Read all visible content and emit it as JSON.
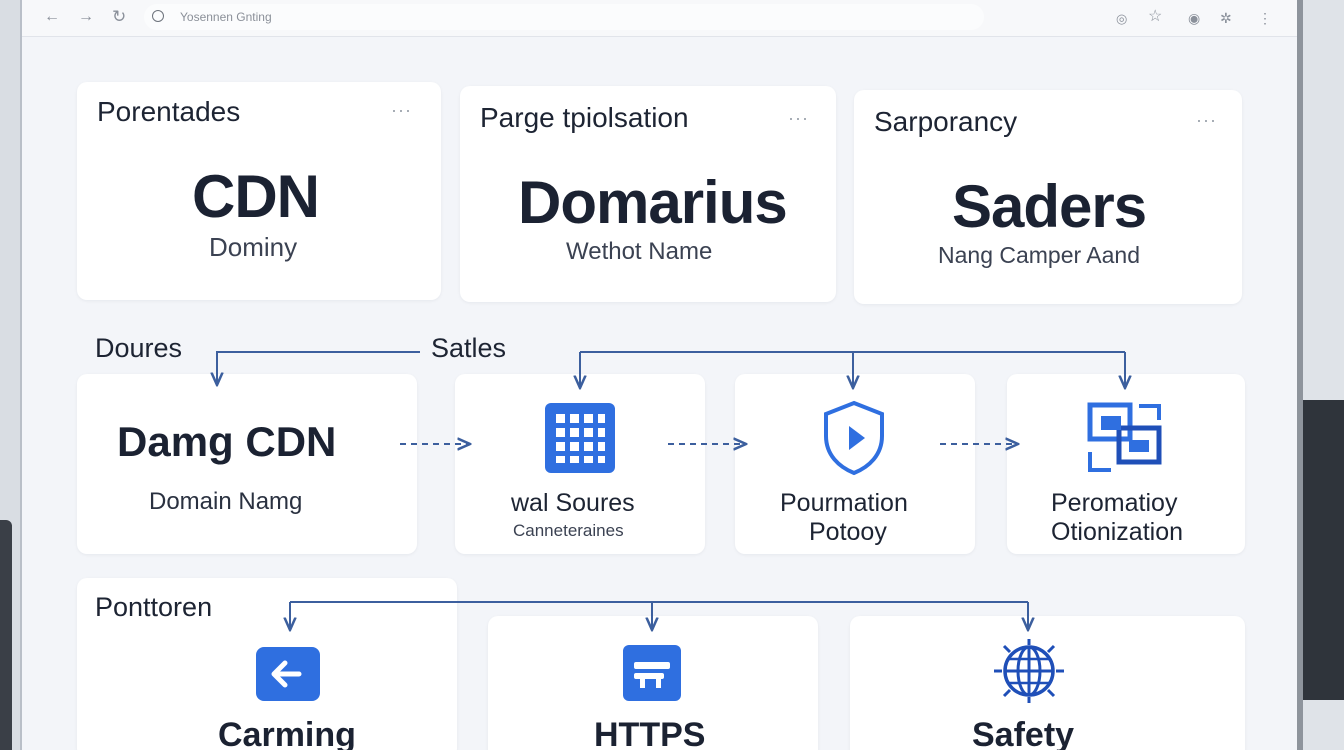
{
  "browser": {
    "url_text": "Yosennen Gnting",
    "icons": [
      "back-arrow-icon",
      "forward-arrow-icon",
      "reload-icon",
      "site-info-icon",
      "eye-icon",
      "star-icon",
      "profile-icon",
      "extensions-icon"
    ]
  },
  "top_cards": [
    {
      "title": "Porentades",
      "big": "CDN",
      "sub": "Dominy",
      "more": "···"
    },
    {
      "title": "Parge tpiolsation",
      "big": "Domarius",
      "sub": "Wethot Name",
      "more": "···"
    },
    {
      "title": "Sarporancy",
      "big": "Saders",
      "sub": "Nang Camper Aand",
      "more": "···"
    }
  ],
  "middle": {
    "label_left": "Doures",
    "label_right": "Satles",
    "main_card": {
      "title": "Damg CDN",
      "sub": "Domain Namg"
    },
    "features": [
      {
        "icon": "grid-icon",
        "line1": "wal Soures",
        "line2": "Canneteraines"
      },
      {
        "icon": "shield-icon",
        "line1": "Pourmation",
        "line2": "Potooy"
      },
      {
        "icon": "transform-icon",
        "line1": "Peromatioy",
        "line2": "Otionization"
      }
    ]
  },
  "bottom": {
    "label": "Ponttoren",
    "cards": [
      {
        "icon": "back-arrow-tile-icon",
        "label": "Carming"
      },
      {
        "icon": "server-tile-icon",
        "label": "HTTPS"
      },
      {
        "icon": "globe-icon",
        "label": "Safety"
      }
    ]
  },
  "colors": {
    "accent": "#2f6fe0",
    "line": "#3c5f9e",
    "text": "#1b2232"
  }
}
